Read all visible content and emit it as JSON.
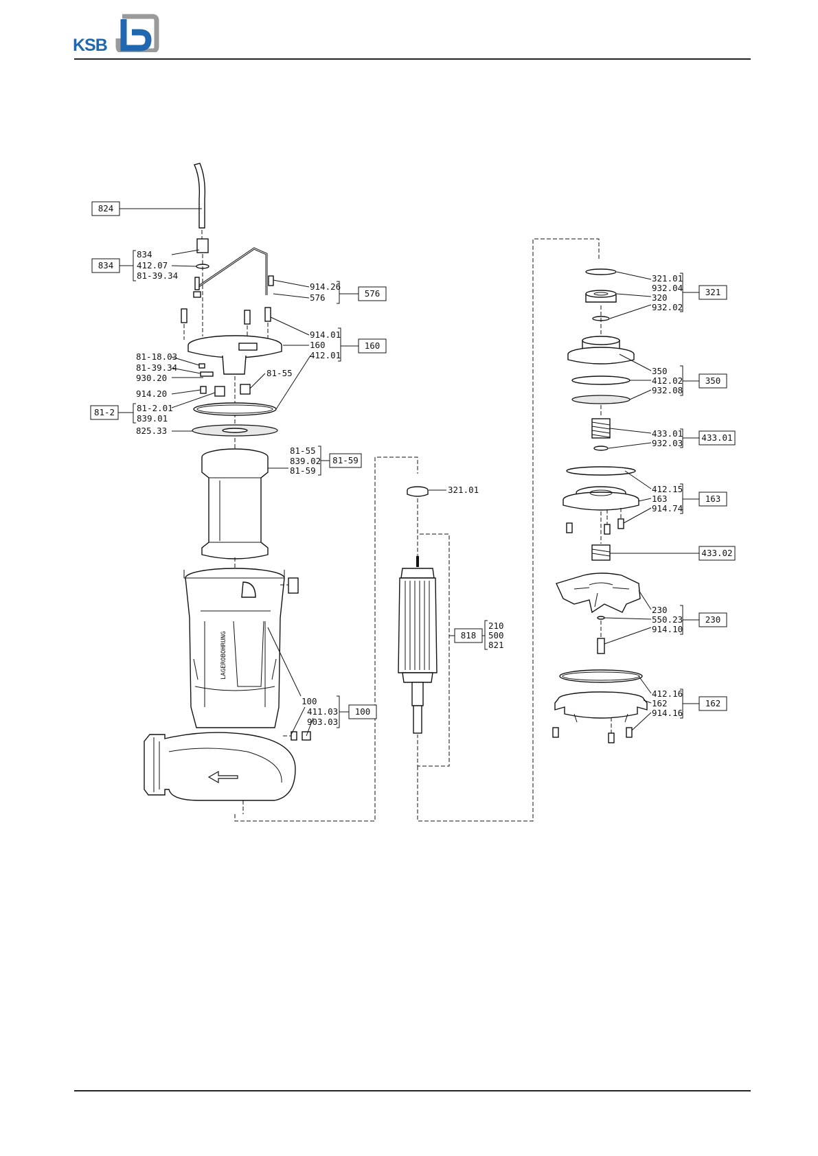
{
  "brand": {
    "name": "KSB",
    "color": "#1f67b1"
  },
  "callouts": {
    "c824": {
      "box": "824"
    },
    "c834": {
      "box": "834",
      "items": [
        "834",
        "412.07",
        "81-39.34"
      ]
    },
    "c576": {
      "box": "576",
      "items": [
        "914.26",
        "576"
      ]
    },
    "c160": {
      "box": "160",
      "items": [
        "914.01",
        "160",
        "412.01"
      ]
    },
    "c81_2": {
      "box": "81-2",
      "items": [
        "81-2.01",
        "839.01"
      ]
    },
    "c81_59": {
      "box": "81-59",
      "items": [
        "81-55",
        "839.02",
        "81-59"
      ]
    },
    "c100": {
      "box": "100",
      "items": [
        "100",
        "411.03",
        "903.03"
      ]
    },
    "c818": {
      "box": "818",
      "items": [
        "210",
        "500",
        "821"
      ]
    },
    "c321": {
      "box": "321",
      "items": [
        "321.01",
        "932.04",
        "320",
        "932.02"
      ]
    },
    "c350": {
      "box": "350",
      "items": [
        "350",
        "412.02",
        "932.08"
      ]
    },
    "c433_01": {
      "box": "433.01",
      "items": [
        "433.01",
        "932.03"
      ]
    },
    "c163": {
      "box": "163",
      "items": [
        "412.15",
        "163",
        "914.74"
      ]
    },
    "c433_02": {
      "box": "433.02"
    },
    "c230": {
      "box": "230",
      "items": [
        "230",
        "550.23",
        "914.10"
      ]
    },
    "c162": {
      "box": "162",
      "items": [
        "412.16",
        "162",
        "914.16"
      ]
    }
  },
  "labels": {
    "l81_18_03": "81-18.03",
    "l81_39_34": "81-39.34",
    "l930_20": "930.20",
    "l914_20": "914.20",
    "l81_55": "81-55",
    "l825_33": "825.33",
    "l321_01_mid": "321.01"
  },
  "icons": [
    "arrow-flow-icon"
  ]
}
